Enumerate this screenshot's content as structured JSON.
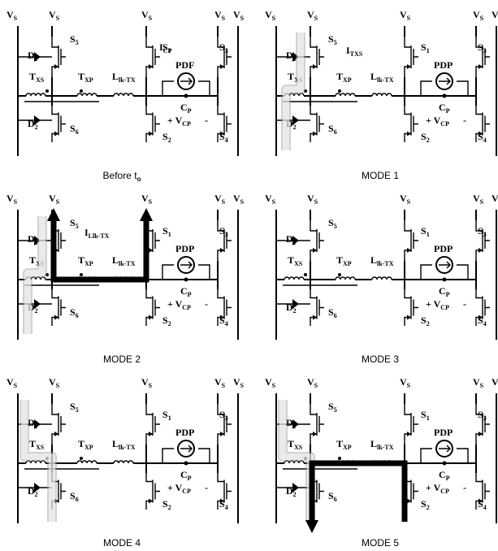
{
  "panels": [
    {
      "caption": "Before t",
      "caption_sub": "o",
      "labels": {
        "vs": "V",
        "vs_sub": "S",
        "s5": "S",
        "s5_sub": "5",
        "s6": "S",
        "s6_sub": "6",
        "s1": "S",
        "s1_sub": "1",
        "s2": "S",
        "s2_sub": "2",
        "s3": "S",
        "s3_sub": "3",
        "s4": "S",
        "s4_sub": "4",
        "d1": "D",
        "d1_sub": "1",
        "d2": "D",
        "d2_sub": "2",
        "txs": "T",
        "txs_sub": "XS",
        "txp": "T",
        "txp_sub": "XP",
        "llk": "L",
        "llk_sub": "lk-TX",
        "pdp": "PDF",
        "cp": "C",
        "cp_sub": "P",
        "vcp_pre": "+ V",
        "vcp_sub": "CP",
        "vcp_post": " -",
        "current": "I",
        "current_sub": "CP"
      },
      "paths": []
    },
    {
      "caption": "MODE 1",
      "caption_sub": "",
      "labels": {
        "vs": "V",
        "vs_sub": "S",
        "s5": "S",
        "s5_sub": "5",
        "s6": "S",
        "s6_sub": "6",
        "s1": "S",
        "s1_sub": "1",
        "s2": "S",
        "s2_sub": "2",
        "s3": "S",
        "s3_sub": "3",
        "s4": "S",
        "s4_sub": "4",
        "d1": "D",
        "d1_sub": "1",
        "d2": "D",
        "d2_sub": "2",
        "txs": "T",
        "txs_sub": "XS",
        "txp": "T",
        "txp_sub": "XP",
        "llk": "L",
        "llk_sub": "lk-TX",
        "pdp": "PDP",
        "cp": "C",
        "cp_sub": "P",
        "vcp_pre": "+ V",
        "vcp_sub": "CP",
        "vcp_post": " -",
        "current": "I",
        "current_sub": "TXS"
      },
      "paths": [
        {
          "kind": "hollow",
          "route": "left-loop-up"
        }
      ]
    },
    {
      "caption": "MODE 2",
      "caption_sub": "",
      "labels": {
        "vs": "V",
        "vs_sub": "S",
        "s5": "S",
        "s5_sub": "5",
        "s6": "S",
        "s6_sub": "6",
        "s1": "S",
        "s1_sub": "1",
        "s2": "S",
        "s2_sub": "2",
        "s3": "S",
        "s3_sub": "3",
        "s4": "S",
        "s4_sub": "4",
        "d1": "D",
        "d1_sub": "1",
        "d2": "D",
        "d2_sub": "2",
        "txs": "T",
        "txs_sub": "XS",
        "txp": "T",
        "txp_sub": "XP",
        "llk": "L",
        "llk_sub": "lk-TX",
        "pdp": "PDP",
        "cp": "C",
        "cp_sub": "P",
        "vcp_pre": "+ V",
        "vcp_sub": "CP",
        "vcp_post": " -",
        "current": "I",
        "current_sub": "Llk-TX"
      },
      "paths": [
        {
          "kind": "hollow",
          "route": "left-loop-up"
        },
        {
          "kind": "solid",
          "route": "u-up-both"
        }
      ]
    },
    {
      "caption": "MODE 3",
      "caption_sub": "",
      "labels": {
        "vs": "V",
        "vs_sub": "S",
        "s5": "S",
        "s5_sub": "5",
        "s6": "S",
        "s6_sub": "6",
        "s1": "S",
        "s1_sub": "1",
        "s2": "S",
        "s2_sub": "2",
        "s3": "S",
        "s3_sub": "3",
        "s4": "S",
        "s4_sub": "4",
        "d1": "D",
        "d1_sub": "1",
        "d2": "D",
        "d2_sub": "2",
        "txs": "T",
        "txs_sub": "XS",
        "txp": "T",
        "txp_sub": "XP",
        "llk": "L",
        "llk_sub": "lk-TX",
        "pdp": "PDP",
        "cp": "C",
        "cp_sub": "P",
        "vcp_pre": "+ V",
        "vcp_sub": "CP",
        "vcp_post": " -",
        "current": "",
        "current_sub": ""
      },
      "paths": []
    },
    {
      "caption": "MODE 4",
      "caption_sub": "",
      "labels": {
        "vs": "V",
        "vs_sub": "S",
        "s5": "S",
        "s5_sub": "5",
        "s6": "S",
        "s6_sub": "6",
        "s1": "S",
        "s1_sub": "1",
        "s2": "S",
        "s2_sub": "2",
        "s3": "S",
        "s3_sub": "3",
        "s4": "S",
        "s4_sub": "4",
        "d1": "D",
        "d1_sub": "1",
        "d2": "D",
        "d2_sub": "2",
        "txs": "T",
        "txs_sub": "XS",
        "txp": "T",
        "txp_sub": "XP",
        "llk": "L",
        "llk_sub": "lk-TX",
        "pdp": "PDP",
        "cp": "C",
        "cp_sub": "P",
        "vcp_pre": "+ V",
        "vcp_sub": "CP",
        "vcp_post": " -",
        "current": "",
        "current_sub": ""
      },
      "paths": [
        {
          "kind": "hollow",
          "route": "left-down-s6"
        }
      ]
    },
    {
      "caption": "MODE 5",
      "caption_sub": "",
      "labels": {
        "vs": "V",
        "vs_sub": "S",
        "s5": "S",
        "s5_sub": "5",
        "s6": "S",
        "s6_sub": "6",
        "s1": "S",
        "s1_sub": "1",
        "s2": "S",
        "s2_sub": "2",
        "s3": "S",
        "s3_sub": "3",
        "s4": "S",
        "s4_sub": "4",
        "d1": "D",
        "d1_sub": "1",
        "d2": "D",
        "d2_sub": "2",
        "txs": "T",
        "txs_sub": "XS",
        "txp": "T",
        "txp_sub": "XP",
        "llk": "L",
        "llk_sub": "lk-TX",
        "pdp": "PDP",
        "cp": "C",
        "cp_sub": "P",
        "vcp_pre": "+ V",
        "vcp_sub": "CP",
        "vcp_post": " -",
        "current": "",
        "current_sub": ""
      },
      "paths": [
        {
          "kind": "hollow",
          "route": "left-down-s6"
        },
        {
          "kind": "solid",
          "route": "u-down"
        }
      ]
    }
  ]
}
